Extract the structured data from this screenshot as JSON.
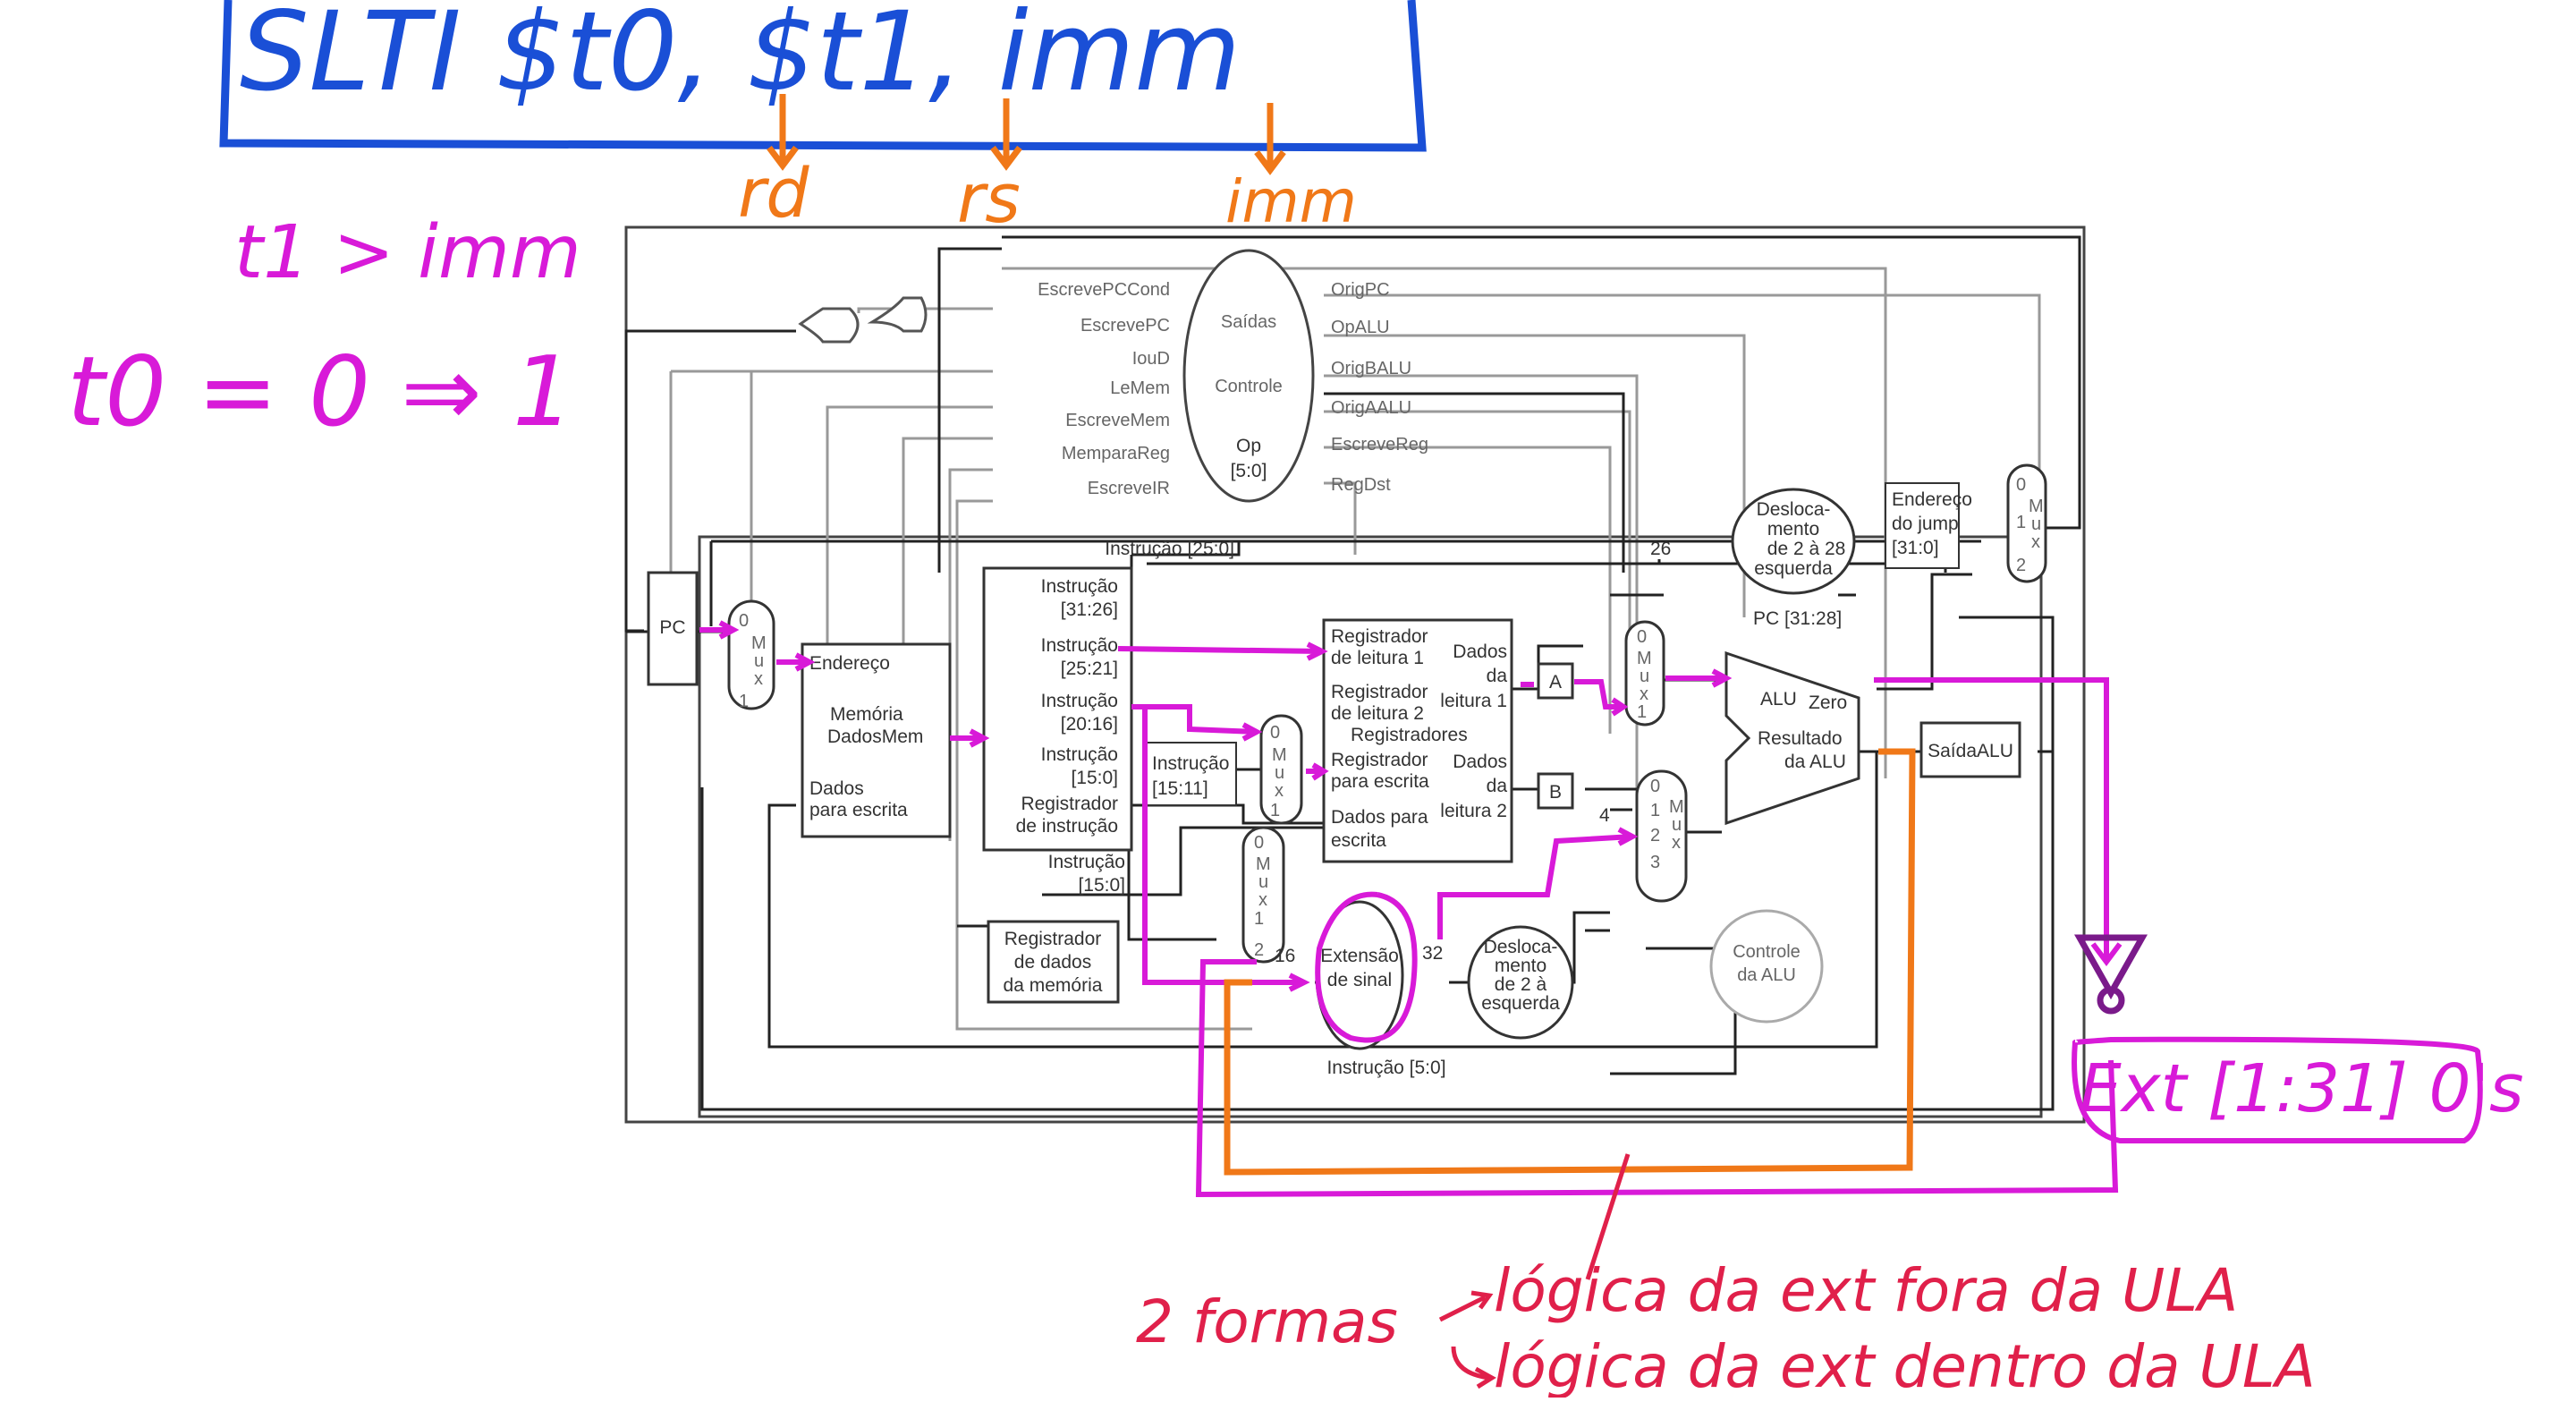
{
  "annotations": {
    "title_instruction": "SLTI  $t0, $t1, imm",
    "field_rd": "rd",
    "field_rs": "rs",
    "field_imm": "imm",
    "condition": "t1 > imm",
    "result": "t0 = 0 ⇒ 1",
    "extension_note": "Ext [1:31] 0's",
    "two_ways": "2 formas",
    "way_1": "lógica da ext fora da ULA",
    "way_2": "lógica da ext dentro da ULA",
    "colors": {
      "blue": "#1a4fd6",
      "orange": "#f07818",
      "magenta": "#d81ad8",
      "red": "#e0204a",
      "purple": "#7a1a8a"
    }
  },
  "datapath": {
    "control": {
      "title": "Controle",
      "outputs_label": "Saídas",
      "op": "Op",
      "op_bits": "[5:0]"
    },
    "control_signals_left": [
      "EscrevePCCond",
      "EscrevePC",
      "IouD",
      "LeMem",
      "EscreveMem",
      "MemparaReg",
      "EscreveIR"
    ],
    "control_signals_right": [
      "OrigPC",
      "OpALU",
      "OrigBALU",
      "OrigAALU",
      "EscreveReg",
      "RegDst"
    ],
    "pc": "PC",
    "memory": {
      "address": "Endereço",
      "name_1": "Memória",
      "name_2": "DadosMem",
      "write_1": "Dados",
      "write_2": "para escrita"
    },
    "instr_reg": {
      "fields": [
        [
          "Instrução",
          "[31:26]"
        ],
        [
          "Instrução",
          "[25:21]"
        ],
        [
          "Instrução",
          "[20:16]"
        ],
        [
          "Instrução",
          "[15:0]"
        ]
      ],
      "name_1": "Registrador",
      "name_2": "de instrução",
      "field_15_0_a": "Instrução",
      "field_15_0_b": "[15:0]"
    },
    "mem_data_reg": [
      "Registrador",
      "de dados",
      "da memória"
    ],
    "instr_25_0": "Instrução [25:0]",
    "instr_15_11": [
      "Instrução",
      "[15:11]"
    ],
    "instr_5_0": "Instrução [5:0]",
    "registers": {
      "read1": [
        "Registrador",
        "de leitura 1"
      ],
      "read2": [
        "Registrador",
        "de leitura 2"
      ],
      "title": "Registradores",
      "write_reg": [
        "Registrador",
        "para escrita"
      ],
      "write_data": [
        "Dados para",
        "escrita"
      ],
      "data1": [
        "Dados",
        "da",
        "leitura 1"
      ],
      "data2": [
        "Dados",
        "da",
        "leitura 2"
      ]
    },
    "reg_a": "A",
    "reg_b": "B",
    "const_4": "4",
    "alu": {
      "name": "ALU",
      "zero": "Zero",
      "result_1": "Resultado",
      "result_2": "da ALU"
    },
    "alu_out": "SaídaALU",
    "alu_control": [
      "Controle",
      "da ALU"
    ],
    "sign_ext": [
      "Extensão",
      "de sinal"
    ],
    "shift_main": [
      "Desloca-",
      "mento",
      "de 2 à",
      "esquerda"
    ],
    "shift_jump": [
      "Desloca-",
      "mento",
      "de 2 à",
      "esquerda"
    ],
    "width_16": "16",
    "width_32": "32",
    "width_26": "26",
    "width_28": "28",
    "pc_31_28": "PC [31:28]",
    "jump_addr": [
      "Endereço",
      "do jump",
      "[31:0]"
    ],
    "mux_letters": [
      "M",
      "u",
      "x"
    ],
    "mux_ports_2": [
      "0",
      "1"
    ],
    "mux_ports_3": [
      "0",
      "1",
      "2"
    ],
    "mux_ports_4": [
      "0",
      "1",
      "2",
      "3"
    ],
    "mux_pcsrc_ports": [
      "0",
      "1",
      "2"
    ],
    "mux_memtoreg_ports": [
      "0",
      "1",
      "2"
    ]
  }
}
